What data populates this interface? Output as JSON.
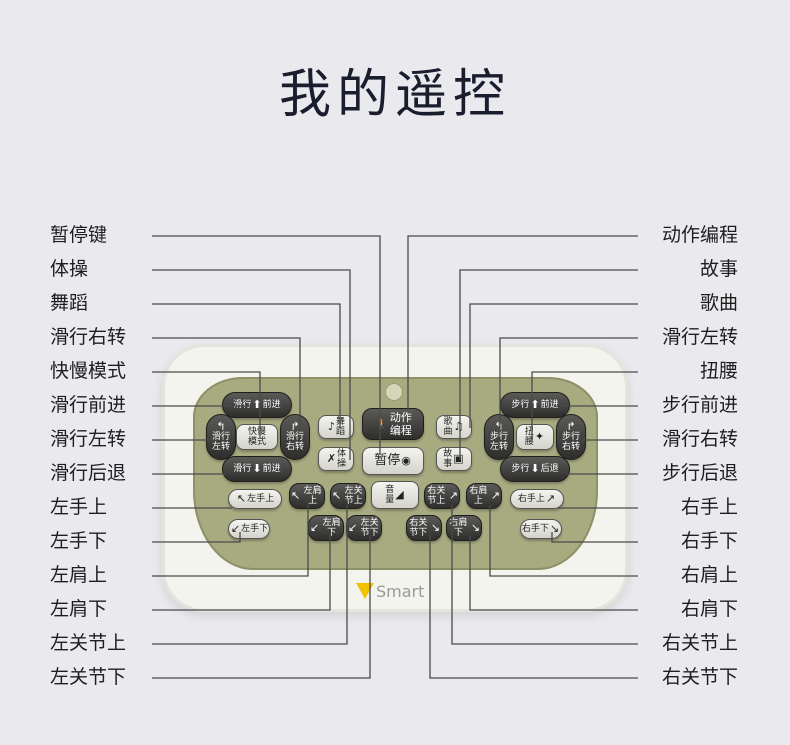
{
  "title": "我的遥控",
  "left_labels": [
    "暂停键",
    "体操",
    "舞蹈",
    "滑行右转",
    "快慢模式",
    "滑行前进",
    "滑行左转",
    "滑行后退",
    "左手上",
    "左手下",
    "左肩上",
    "左肩下",
    "左关节上",
    "左关节下"
  ],
  "right_labels": [
    "动作编程",
    "故事",
    "歌曲",
    "滑行左转",
    "扭腰",
    "步行前进",
    "滑行右转",
    "步行后退",
    "右手上",
    "右手下",
    "右肩上",
    "右肩下",
    "右关节上",
    "右关节下"
  ],
  "remote": {
    "slide_forward": {
      "a": "滑",
      "b": "行",
      "c": "前",
      "d": "进"
    },
    "slide_left": {
      "a": "滑行",
      "b": "左转"
    },
    "speed_mode": {
      "a": "快慢",
      "b": "模式"
    },
    "slide_right": {
      "a": "滑行",
      "b": "右转"
    },
    "slide_back": {
      "a": "滑",
      "b": "行",
      "c": "前",
      "d": "进"
    },
    "left_hand_up": "左手上",
    "left_hand_down": "左手下",
    "dance": {
      "a": "舞",
      "b": "蹈"
    },
    "gym": {
      "a": "体",
      "b": "操"
    },
    "program": {
      "a": "动作",
      "b": "编程"
    },
    "pause": "暂停",
    "song": {
      "a": "歌",
      "b": "曲"
    },
    "story": {
      "a": "故",
      "b": "事"
    },
    "walk_left": {
      "a": "步行",
      "b": "左转"
    },
    "twist": {
      "a": "扭",
      "b": "腰"
    },
    "walk_right": {
      "a": "步行",
      "b": "右转"
    },
    "walk_forward": {
      "a": "步",
      "b": "行",
      "c": "前",
      "d": "进"
    },
    "walk_back": {
      "a": "步",
      "b": "行",
      "c": "后",
      "d": "退"
    },
    "right_hand_up": "右手上",
    "right_hand_down": "右手下",
    "left_shoulder_up": "左肩上",
    "left_shoulder_down": "左肩下",
    "left_joint_up": "左关节上",
    "left_joint_down": "左关节下",
    "volume": {
      "a": "音",
      "b": "量"
    },
    "right_joint_up": "右关节上",
    "right_joint_down": "右关节下",
    "right_shoulder_up": "右肩上",
    "right_shoulder_down": "右肩下",
    "logo": "Smart"
  },
  "colors": {
    "face": "#a8aa80",
    "shell": "#f4f4ee",
    "button": "#3a3a38",
    "logo_mark": "#f2c200"
  }
}
